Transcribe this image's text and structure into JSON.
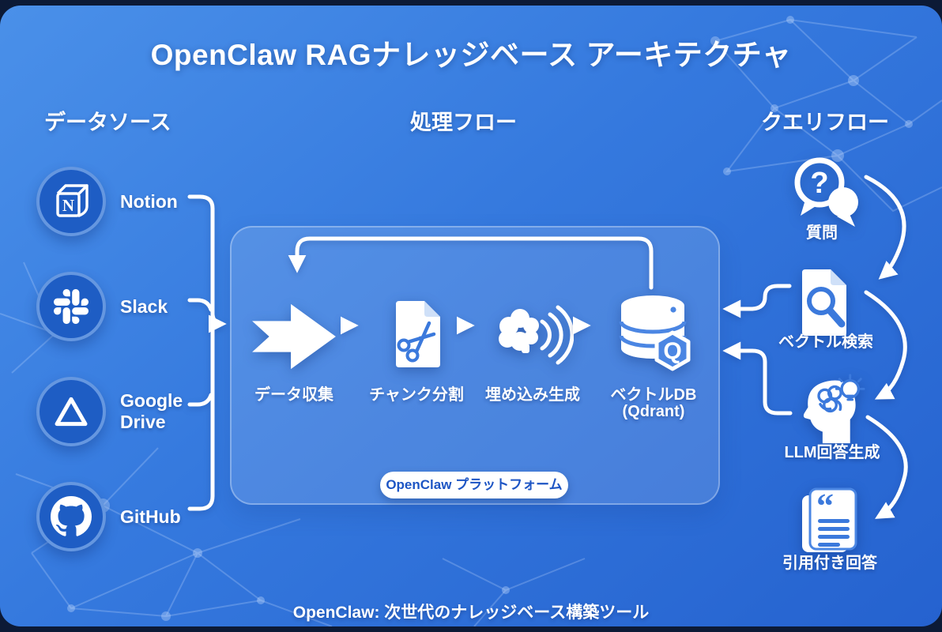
{
  "title": "OpenClaw RAGナレッジベース アーキテクチャ",
  "footer": "OpenClaw: 次世代のナレッジベース構築ツール",
  "badge": "OpenClaw プラットフォーム",
  "columns": {
    "data_sources": {
      "header": "データソース",
      "items": [
        {
          "label": "Notion",
          "icon": "notion-icon"
        },
        {
          "label": "Slack",
          "icon": "slack-icon"
        },
        {
          "label": "Google Drive",
          "icon": "google-drive-icon"
        },
        {
          "label": "GitHub",
          "icon": "github-icon"
        }
      ]
    },
    "processing": {
      "header": "処理フロー",
      "steps": [
        {
          "label": "データ収集",
          "icon": "collect-arrow-icon"
        },
        {
          "label": "チャンク分割",
          "icon": "scissors-document-icon"
        },
        {
          "label": "埋め込み生成",
          "icon": "brain-waves-icon"
        },
        {
          "label": "ベクトルDB",
          "sublabel": "(Qdrant)",
          "icon": "database-qdrant-icon"
        }
      ]
    },
    "query": {
      "header": "クエリフロー",
      "steps": [
        {
          "label": "質問",
          "icon": "question-bubbles-icon"
        },
        {
          "label": "ベクトル検索",
          "icon": "document-search-icon"
        },
        {
          "label": "LLM回答生成",
          "icon": "head-brain-bulb-icon"
        },
        {
          "label": "引用付き回答",
          "icon": "quoted-document-icon"
        }
      ]
    }
  },
  "glyphs": {
    "notion_letter": "N",
    "question_mark": "?",
    "qdrant_letter": "Q",
    "quote_mark": "“"
  },
  "colors": {
    "canvas": "#0c1a36",
    "card_gradient_start": "#4a90e9",
    "card_gradient_end": "#2562cf",
    "source_circle": "#1e5dc4",
    "accent_blue": "#3b79dc",
    "badge_text": "#1d55c4",
    "line_white": "#ffffff"
  }
}
